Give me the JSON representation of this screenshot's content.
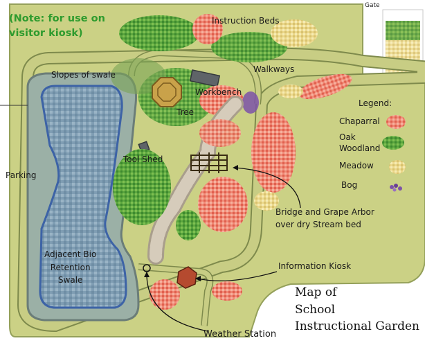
{
  "note": {
    "line1": "(Note: for use on",
    "line2": "visitor kiosk)"
  },
  "gate": "Gate",
  "labels": {
    "instruction_beds": "Instruction Beds",
    "walkways": "Walkways",
    "slopes_of_swale": "Slopes of swale",
    "workbench": "Workbench",
    "tree": "Tree",
    "tool_shed": "Tool Shed",
    "parking": "Parking",
    "bridge_line1": "Bridge and Grape Arbor",
    "bridge_line2": "over dry Stream bed",
    "swale_line1": "Adjacent Bio",
    "swale_line2": "Retention",
    "swale_line3": "Swale",
    "information_kiosk": "Information Kiosk",
    "weather_station": "Weather Station"
  },
  "title": {
    "line1": "Map of",
    "line2": "School",
    "line3": "Instructional Garden"
  },
  "legend": {
    "title": "Legend:",
    "items": [
      {
        "label_lines": [
          "Chaparral"
        ],
        "color": "#f08a76",
        "icon": "chaparral-swatch"
      },
      {
        "label_lines": [
          "Oak",
          "Woodland"
        ],
        "color": "#5aa63e",
        "icon": "oak-woodland-swatch"
      },
      {
        "label_lines": [
          "Meadow"
        ],
        "color": "#ecd98c",
        "icon": "meadow-swatch"
      },
      {
        "label_lines": [
          "Bog"
        ],
        "color": "#7d52a8",
        "icon": "bog-swatch"
      }
    ]
  },
  "colors": {
    "ground": "#cbd185",
    "ground_edge": "#94a05a",
    "walkway": "#c1c67d",
    "walkway_edge": "#7e8a4c",
    "water": "#7f9db3",
    "water_edge": "#3d63a6",
    "oak_woodland": "#5aa63e",
    "chaparral": "#f08a76",
    "meadow": "#ecd98c",
    "bog": "#7d52a8",
    "stone": "#c9bfae",
    "note_text": "#2e9b2e"
  }
}
